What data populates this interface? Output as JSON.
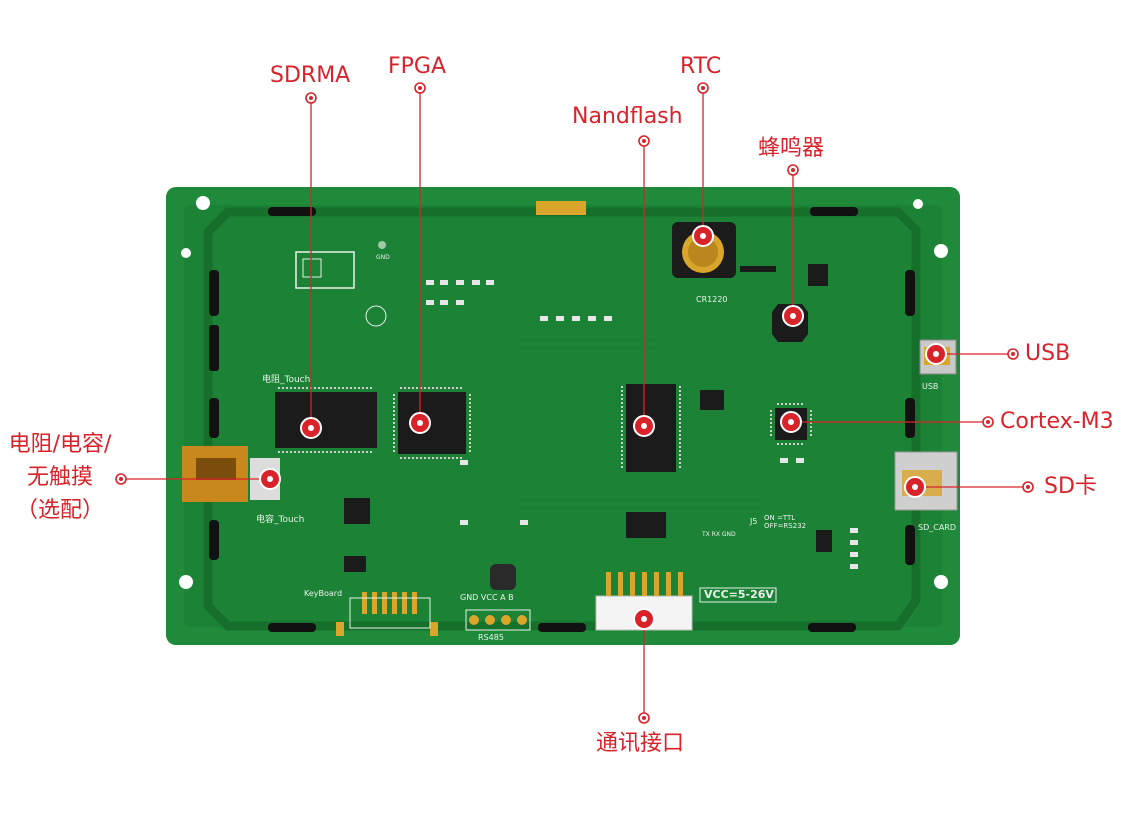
{
  "colors": {
    "accent_red": "#d9232a",
    "pcb_green": "#1e8a3a",
    "pcb_dark": "#176d2d",
    "silk_white": "#e9f2ea",
    "chip_black": "#1b1b1b",
    "gold": "#d9a52b"
  },
  "callouts": {
    "sdram": "SDRMA",
    "fpga": "FPGA",
    "rtc": "RTC",
    "nandflash": "Nandflash",
    "buzzer": "蜂鸣器",
    "usb": "USB",
    "cortex": "Cortex-M3",
    "sd": "SD卡",
    "comm": "通讯接口",
    "touch_line1": "电阻/电容/",
    "touch_line2": "无触摸",
    "touch_line3": "（选配）"
  },
  "silkscreen": {
    "gnd": "GND",
    "cr1220": "CR1220",
    "usb": "USB",
    "sd_card": "SD_CARD",
    "keyboard": "KeyBoard",
    "gnd_vcc_a_b": "GND VCC A  B",
    "rs485": "RS485",
    "vcc_range": "VCC=5-26V",
    "on_ttl": "ON =TTL",
    "off_rs232": "OFF=RS232",
    "resistive_touch": "电阻_Touch",
    "capacitive_touch": "电容_Touch",
    "j5": "J5",
    "tx_rx_gnd": "TX RX GND"
  }
}
